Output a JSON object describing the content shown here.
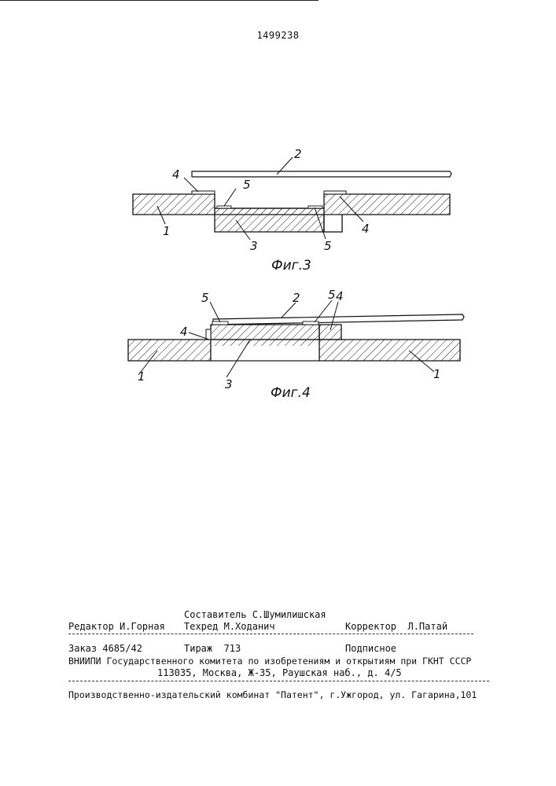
{
  "patent_number": "1499238",
  "figures": [
    {
      "caption": "Фиг.3",
      "labels": [
        "1",
        "2",
        "3",
        "4",
        "4",
        "5",
        "5"
      ]
    },
    {
      "caption": "Фиг.4",
      "labels": [
        "1",
        "1",
        "2",
        "3",
        "4",
        "4",
        "5",
        "5"
      ]
    }
  ],
  "colophon": {
    "compiler": "Составитель С.Шумилишская",
    "editor": "Редактор И.Горная",
    "techred": "Техред М.Ходанич",
    "corrector": "Корректор  Л.Патай",
    "order": "Заказ 4685/42",
    "circulation": "Тираж  713",
    "subscription": "Подписное",
    "institute": "ВНИИПИ Государственного комитета по изобретениям и открытиям при ГКНТ СССР",
    "address": "113035, Москва, Ж-35, Раушская наб., д. 4/5",
    "printer": "Производственно-издательский комбинат \"Патент\", г.Ужгород, ул. Гагарина,101"
  }
}
